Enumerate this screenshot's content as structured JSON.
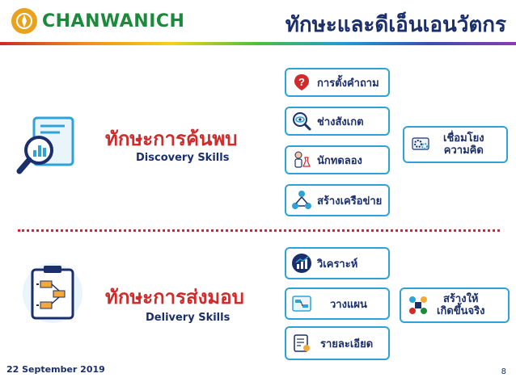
{
  "header": {
    "logo_text": "CHANWANICH",
    "title": "ทักษะและดีเอ็นเอนวัตกร"
  },
  "discovery": {
    "title": "ทักษะการค้นพบ",
    "subtitle": "Discovery Skills",
    "skills": [
      {
        "label": "การตั้งคำถาม",
        "icon": "question-icon"
      },
      {
        "label": "ช่างสังเกต",
        "icon": "eye-magnifier-icon"
      },
      {
        "label": "นักทดลอง",
        "icon": "experimenter-icon"
      },
      {
        "label": "สร้างเครือข่าย",
        "icon": "network-icon"
      }
    ],
    "outcome": {
      "line1": "เชื่อมโยง",
      "line2": "ความคิด",
      "icon": "gears-icon"
    }
  },
  "delivery": {
    "title": "ทักษะการส่งมอบ",
    "subtitle": "Delivery Skills",
    "skills": [
      {
        "label": "วิเคราะห์",
        "icon": "chart-icon"
      },
      {
        "label": "วางแผน",
        "icon": "plan-icon"
      },
      {
        "label": "รายละเอียด",
        "icon": "checklist-icon"
      }
    ],
    "outcome": {
      "line1": "สร้างให้",
      "line2": "เกิดขึ้นจริง",
      "icon": "process-icon"
    }
  },
  "footer": {
    "date": "22 September 2019",
    "page": "8"
  },
  "colors": {
    "navy": "#1b2f6b",
    "red": "#d02a2a",
    "blue": "#2fa3d8",
    "green": "#1c8a3b"
  }
}
